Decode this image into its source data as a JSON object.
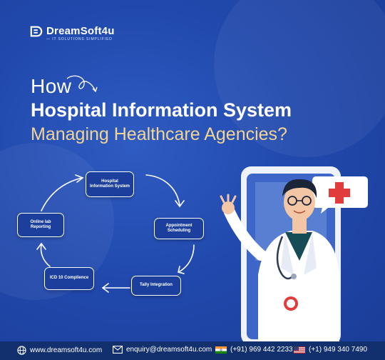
{
  "brand": {
    "name": "DreamSoft4u",
    "tagline": "— IT SOLUTIONS SIMPLIFIED"
  },
  "headline": {
    "line1": "How",
    "line2": "Hospital Information System",
    "line3": "Managing Healthcare Agencies?"
  },
  "cycle": {
    "nodes": [
      "Hospital Information System",
      "Appointment Scheduling",
      "Tally Integration",
      "ICD 10 Complience",
      "Online lab Reporting"
    ]
  },
  "footer": {
    "website": "www.dreamsoft4u.com",
    "email": "enquiry@dreamsoft4u.com",
    "phone_india": "(+91) 969 442 2233",
    "phone_us": "(+1) 949 340 7490"
  },
  "colors": {
    "background": "#2149ad",
    "accent_gold": "#f2d493",
    "footer": "#12306e",
    "cross_red": "#e23b3b"
  },
  "icons": [
    "globe-icon",
    "mail-icon",
    "india-flag-icon",
    "us-flag-icon",
    "medical-cross-icon",
    "curly-arrow-icon"
  ]
}
